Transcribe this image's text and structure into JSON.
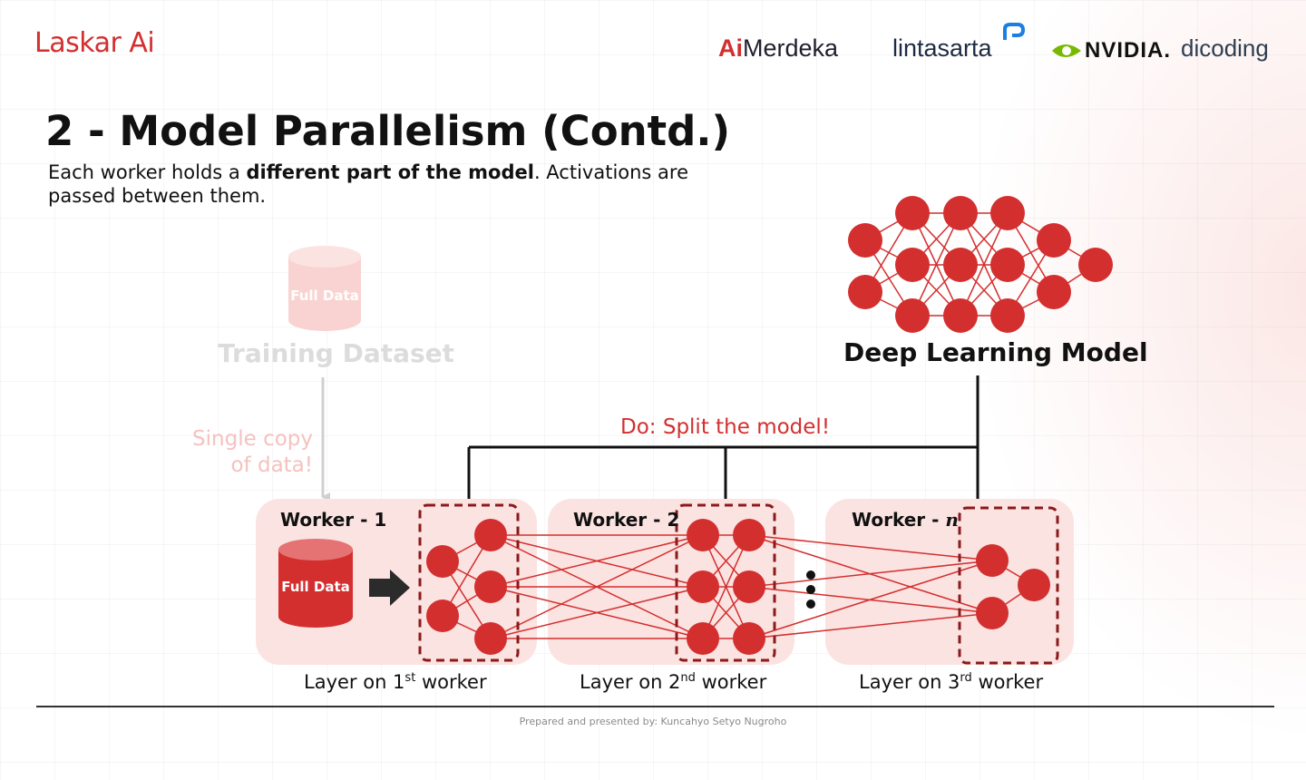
{
  "header": {
    "brand": "Laskar Ai",
    "partners": {
      "merdeka_ai": "Ai",
      "merdeka_rest": "Merdeka",
      "lintasarta": "lintasarta",
      "nvidia": "NVIDIA.",
      "dicoding": "dicoding"
    }
  },
  "slide": {
    "title": "2 - Model Parallelism (Contd.)",
    "desc_pre": "Each worker holds a ",
    "desc_bold": "different part of the model",
    "desc_post": ". Activations are passed between them."
  },
  "diagram": {
    "dataset_cylinder_text": "Full Data",
    "dataset_label": "Training Dataset",
    "single_copy_line1": "Single copy",
    "single_copy_line2": "of data!",
    "model_label": "Deep Learning Model",
    "split_text": "Do: Split the model!",
    "workers": [
      {
        "title": "Worker - 1",
        "layer_pre": "Layer on 1",
        "layer_sup": "st",
        "layer_post": " worker"
      },
      {
        "title": "Worker - 2",
        "layer_pre": "Layer on 2",
        "layer_sup": "nd",
        "layer_post": " worker"
      },
      {
        "title_pre": "Worker - ",
        "title_var": "n",
        "layer_pre": "Layer on 3",
        "layer_sup": "rd",
        "layer_post": " worker"
      }
    ],
    "worker1_cylinder_text": "Full Data",
    "colors": {
      "accent": "#d32f2f",
      "panel": "#fbe3e1",
      "dashed": "#8b1a1a",
      "faded_cylinder": "#f9d3d1"
    }
  },
  "footer": {
    "text": "Prepared and presented by: Kuncahyo Setyo Nugroho"
  }
}
